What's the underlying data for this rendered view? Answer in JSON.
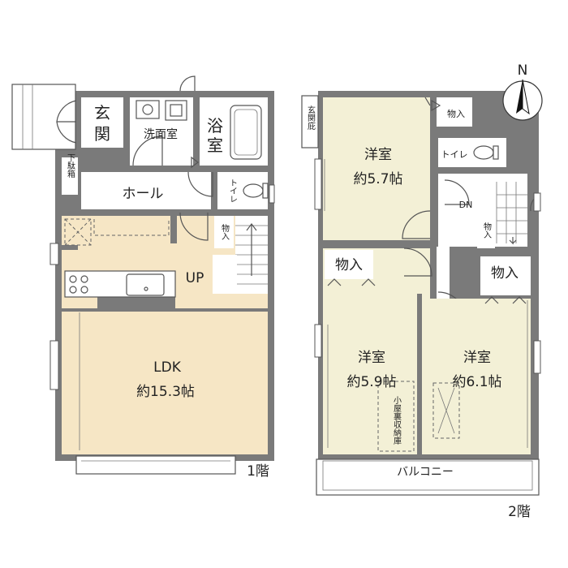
{
  "floor1": {
    "genkan": [
      "玄",
      "関"
    ],
    "senmenjo": "洗面室",
    "yokushitsu": [
      "浴",
      "室"
    ],
    "geta_bako": "下駄箱",
    "hall": "ホール",
    "toilet": "トイレ",
    "closet": "物入",
    "up": "UP",
    "ldk_name": "LDK",
    "ldk_size": "約15.3帖",
    "floor_label": "1階"
  },
  "floor2": {
    "genkan_hisashi": "玄関庇",
    "room1_name": "洋室",
    "room1_size": "約5.7帖",
    "closet_top": "物入",
    "toilet": "トイレ",
    "dn": "DN",
    "closet_stair": "物入",
    "closet_left": "物入",
    "closet_right": "物入",
    "room2_name": "洋室",
    "room2_size": "約5.9帖",
    "koya_ura": "小屋裏収納庫",
    "room3_name": "洋室",
    "room3_size": "約6.1帖",
    "balcony": "バルコニー",
    "floor_label": "2階"
  },
  "compass": {
    "north": "N"
  },
  "icons": [
    "north-arrow-icon",
    "sink-icon",
    "stove-icon",
    "toilet-icon",
    "bathtub-icon",
    "door-swing-icon"
  ],
  "colors": {
    "wall": "#7a7a7a",
    "ldk_floor": "#f6e6c5",
    "room_floor": "#f3f0d6"
  }
}
